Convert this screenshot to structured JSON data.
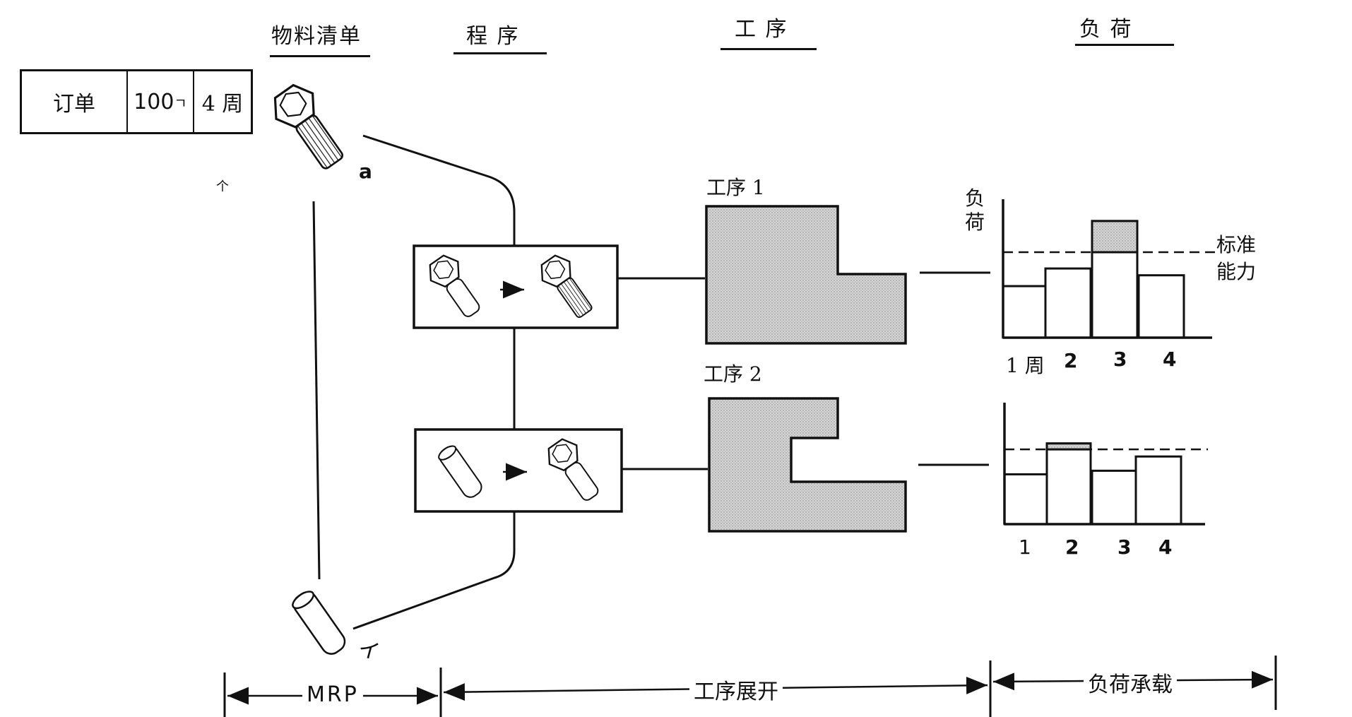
{
  "headers": {
    "bom": "物料清单",
    "routing": "程 序",
    "process": "工 序",
    "load": "负 荷"
  },
  "order": {
    "label": "订单",
    "quantity": "100",
    "quantity_mark": "ㄱ",
    "lead_time": "4 周"
  },
  "markers": {
    "caret": "个",
    "part_a": "a",
    "part_i": "イ"
  },
  "processes": {
    "p1_label": "工序 1",
    "p2_label": "工序 2"
  },
  "load_chart": {
    "axis_label": "负\n荷",
    "capacity_label": "标准\n能力"
  },
  "chart_data": [
    {
      "type": "bar",
      "categories": [
        "1 周",
        "2",
        "3",
        "4"
      ],
      "values": [
        0.38,
        0.51,
        0.86,
        0.46
      ],
      "capacity": 0.63,
      "excess_shaded": true
    },
    {
      "type": "bar",
      "categories": [
        "1",
        "2",
        "3",
        "4"
      ],
      "values": [
        0.42,
        0.68,
        0.45,
        0.57
      ],
      "capacity": 0.63,
      "excess_shaded": true
    }
  ],
  "bottom": {
    "mrp": "MRP",
    "expansion": "工序展开",
    "loading": "负荷承载"
  }
}
